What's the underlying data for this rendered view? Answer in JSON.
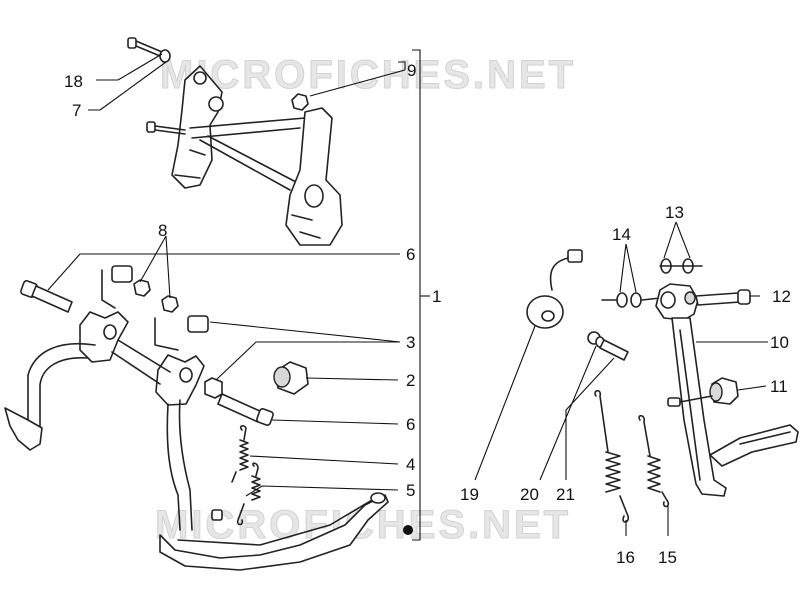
{
  "watermark": {
    "top": "MICROFICHES.NET",
    "bottom": "MICROFICHES.NET"
  },
  "callouts": {
    "c1": "1",
    "c2": "2",
    "c3": "3",
    "c4": "4",
    "c5": "5",
    "c6a": "6",
    "c6b": "6",
    "c7": "7",
    "c8": "8",
    "c9": "9",
    "c10": "10",
    "c11": "11",
    "c12": "12",
    "c13": "13",
    "c14": "14",
    "c15": "15",
    "c16": "16",
    "c18": "18",
    "c19": "19",
    "c20": "20",
    "c21": "21"
  }
}
